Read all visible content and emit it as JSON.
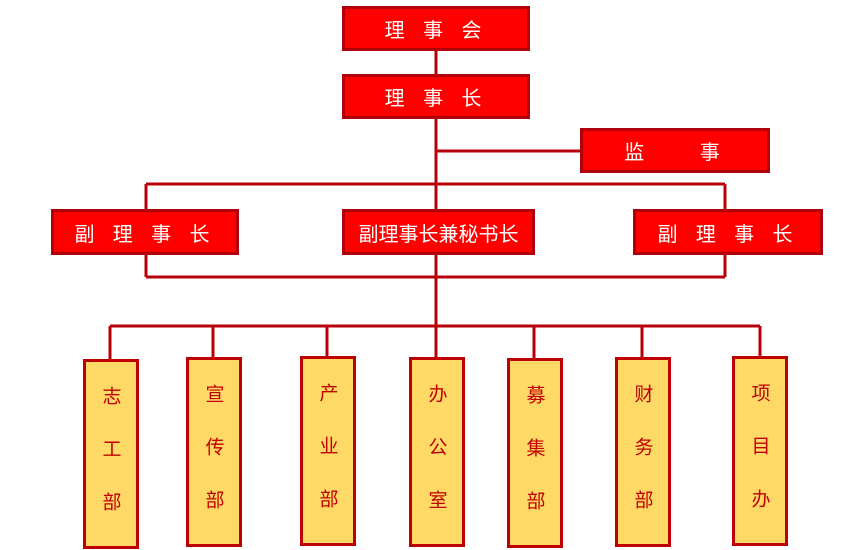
{
  "council": "理 事 会",
  "chairman": "理 事 长",
  "supervisor": "监    事",
  "vice_chairs": {
    "left": "副 理 事 长",
    "center": "副理事长兼秘书长",
    "right": "副 理 事 长"
  },
  "departments": [
    "志工部",
    "宣传部",
    "产业部",
    "办公室",
    "募集部",
    "财务部",
    "项目办"
  ],
  "colors": {
    "top_fill": "#ff0000",
    "top_border": "#b0000a",
    "dept_fill": "#ffd966",
    "dept_text": "#c00000",
    "line": "#b8000a"
  }
}
